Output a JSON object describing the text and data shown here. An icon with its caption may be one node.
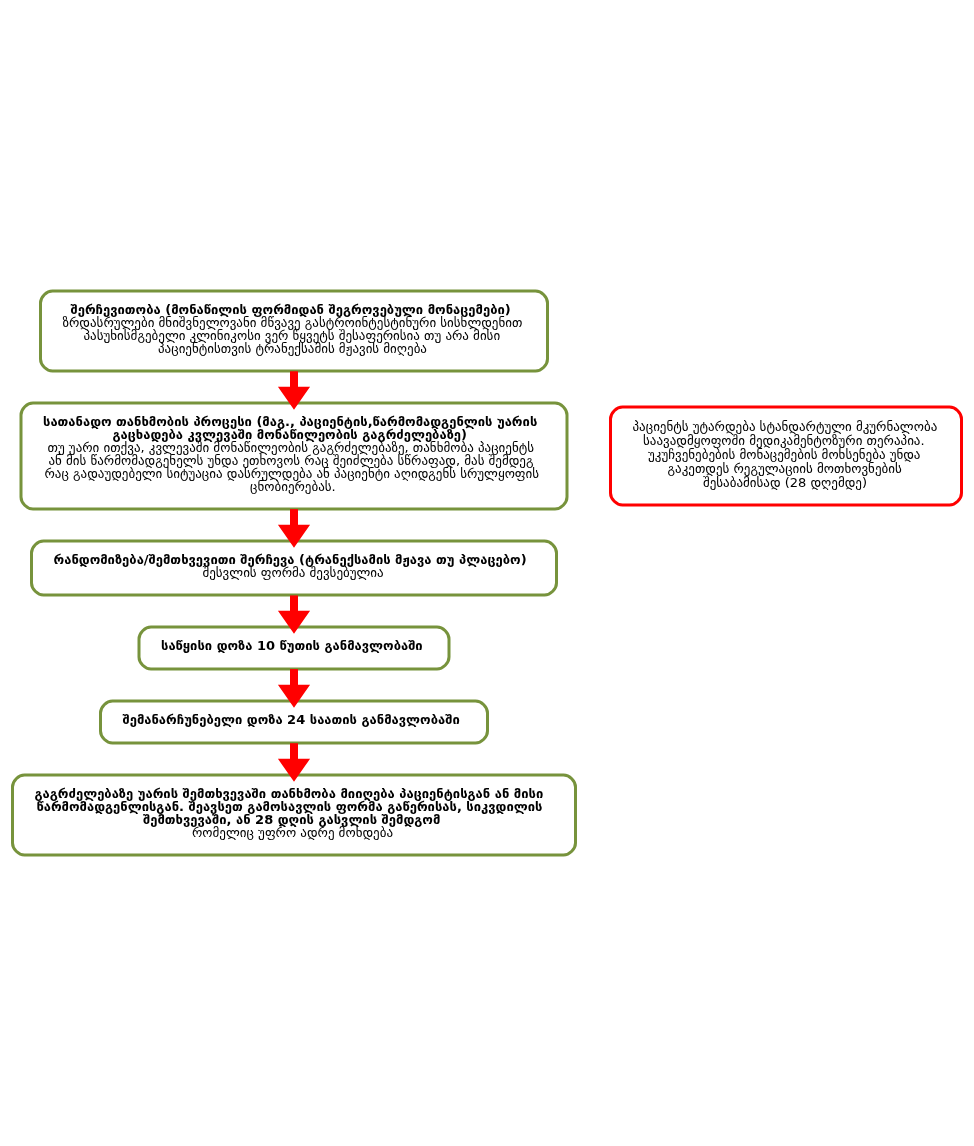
{
  "diagram": {
    "nodes": [
      {
        "text": [
          "შერჩევითობა (მონაწილის ფორმიდან შეგროვებული მონაცემები)",
          "ზრდასრულები მნიშვნელოვანი მწვავე გასტროინტესტინური სისხლდენით",
          "პასუხისმგებელი კლინიკოსი ვერ წყვეტს შესაფერისია თუ არა მისი პაციენტისთვის ტრანექსამის მჟავის მიღება"
        ]
      },
      {
        "text": [
          "სათანადო თანხმობის პროცესი (მაგ., პაციენტის,წარმომადგენლის უარის გაცხადება კვლევაში მონაწილეობის გაგრძელებაზე)",
          "თუ უარი ითქვა, კვლევაში მონაწილეობის გაგრძელებაზე, თანხმობა პაციენტს ან მის წარმომადგენელს უნდა ეთხოვოს რაც შეიძლება სწრაფად, მას შემდეგ რაც გადაუდებელი სიტუაცია დასრულდება ან პაციენტი აღიდგენს სრულყოფის ცნობიერებას."
        ]
      },
      {
        "text": [
          "რანდომიზება/შემთხვევითი შერჩევა (ტრანექსამის მჟავა თუ პლაცებო)",
          "შესვლის ფორმა შევსებულია"
        ]
      },
      {
        "text": [
          "საწყისი დოზა 10 წუთის განმავლობაში"
        ]
      },
      {
        "text": [
          "შემანარჩუნებელი დოზა 24 საათის განმავლობაში"
        ]
      },
      {
        "text": [
          "გაგრძელებაზე უარის შემთხვევაში თანხმობა მიიღება პაციენტისგან ან მისი წარმომადგენლისგან. შეავსეთ გამოსავლის ფორმა გაწერისას, სიკვდილის შემთხვევაში, ან 28 დღის გასვლის შემდგომ",
          "რომელიც უფრო ადრე მოხდება"
        ]
      },
      {
        "text": [
          "პაციენტს უტარდება სტანდარტული მკურნალობა საავადმყოფოში მედიკამენტოზური თერაპია.",
          "უკუჩვენებების მონაცემების მოხსენება უნდა გაკეთდეს რეგულაციის მოთხოვნების შესაბამისად (28 დღემდე)"
        ]
      }
    ],
    "edges": [
      {
        "from": 0,
        "to": 1,
        "arrow": "to"
      },
      {
        "from": 1,
        "to": 2,
        "arrow": "to"
      },
      {
        "from": 2,
        "to": 3,
        "arrow": "to"
      },
      {
        "from": 3,
        "to": 4,
        "arrow": "to"
      },
      {
        "from": 4,
        "to": 5,
        "arrow": "to"
      }
    ]
  }
}
